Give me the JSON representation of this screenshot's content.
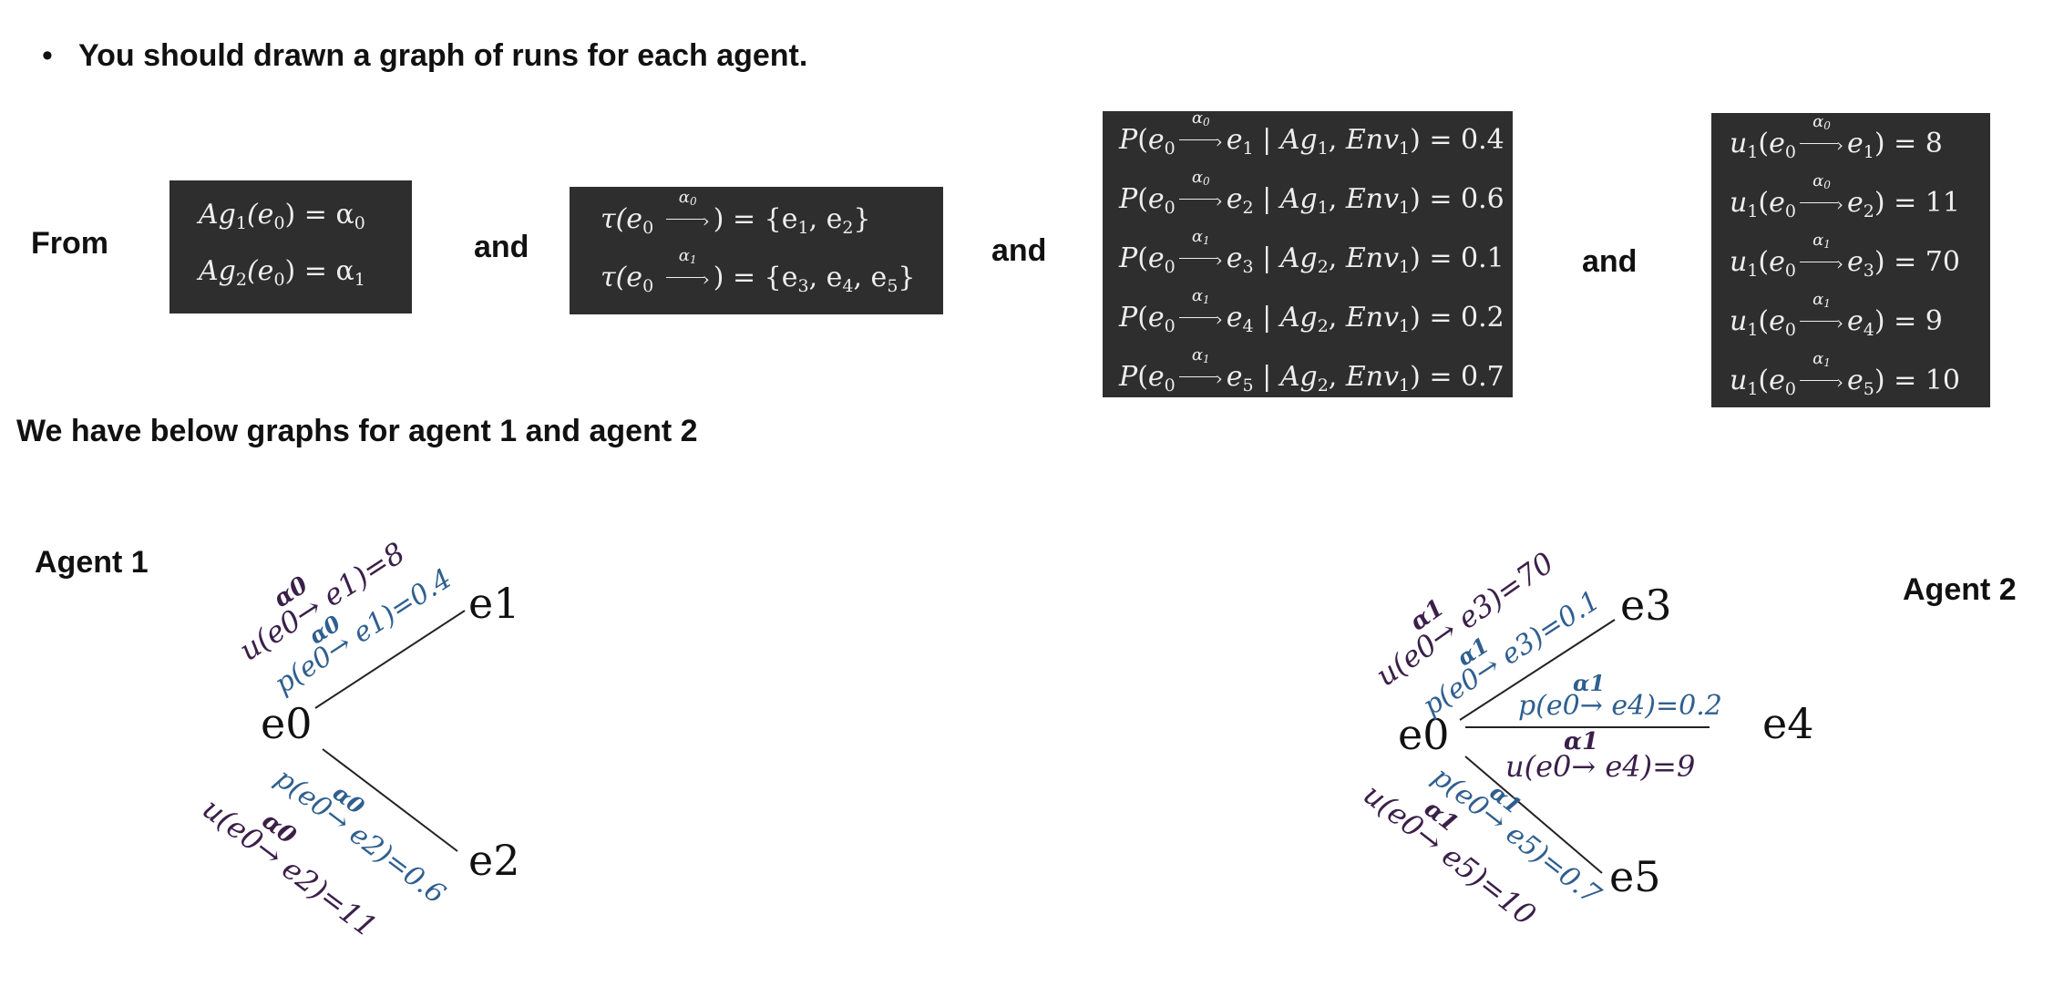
{
  "bullet": {
    "symbol": "•",
    "text": "You should drawn a graph of runs for each agent."
  },
  "labels": {
    "from": "From",
    "and1": "and",
    "and2": "and",
    "and3": "and",
    "we_have": "We have below graphs for agent 1 and agent 2",
    "agent1": "Agent 1",
    "agent2": "Agent 2"
  },
  "box1": {
    "rows": [
      {
        "lhs": "Ag",
        "sub": "1",
        "arg": "(e",
        "argsub": "0",
        "rhs": ") = α",
        "rhssub": "0"
      },
      {
        "lhs": "Ag",
        "sub": "2",
        "arg": "(e",
        "argsub": "0",
        "rhs": ") = α",
        "rhssub": "1"
      }
    ]
  },
  "box2": {
    "rows": [
      {
        "pre": "τ(e",
        "presub": "0",
        "act": "α",
        "actsub": "0",
        "post": ") = {e",
        "items": [
          [
            "1",
            ", e"
          ],
          [
            "2",
            "}"
          ]
        ]
      },
      {
        "pre": "τ(e",
        "presub": "0",
        "act": "α",
        "actsub": "1",
        "post": ") = {e",
        "items": [
          [
            "3",
            ", e"
          ],
          [
            "4",
            ", e"
          ],
          [
            "5",
            "}"
          ]
        ]
      }
    ]
  },
  "box3": {
    "rows": [
      {
        "act": "0",
        "end": "1",
        "agent": "1",
        "env": "1",
        "val": "0.4"
      },
      {
        "act": "0",
        "end": "2",
        "agent": "1",
        "env": "1",
        "val": "0.6"
      },
      {
        "act": "1",
        "end": "3",
        "agent": "2",
        "env": "1",
        "val": "0.1"
      },
      {
        "act": "1",
        "end": "4",
        "agent": "2",
        "env": "1",
        "val": "0.2"
      },
      {
        "act": "1",
        "end": "5",
        "agent": "2",
        "env": "1",
        "val": "0.7"
      }
    ]
  },
  "box4": {
    "rows": [
      {
        "act": "0",
        "end": "1",
        "val": "8"
      },
      {
        "act": "0",
        "end": "2",
        "val": "11"
      },
      {
        "act": "1",
        "end": "3",
        "val": "70"
      },
      {
        "act": "1",
        "end": "4",
        "val": "9"
      },
      {
        "act": "1",
        "end": "5",
        "val": "10"
      }
    ]
  },
  "graph1": {
    "nodes": {
      "root": "e0",
      "top": "e1",
      "bottom": "e2"
    },
    "top_u": "u(e0→ e1)=8",
    "top_u_act": "α0",
    "top_p": "p(e0→ e1)=0.4",
    "top_p_act": "α0",
    "bot_p": "p(e0→ e2)=0.6",
    "bot_p_act": "α0",
    "bot_u": "u(e0→ e2)=11",
    "bot_u_act": "α0"
  },
  "graph2": {
    "nodes": {
      "root": "e0",
      "top": "e3",
      "mid": "e4",
      "bottom": "e5"
    },
    "top_u": "u(e0→ e3)=70",
    "top_u_act": "α1",
    "top_p": "p(e0→ e3)=0.1",
    "top_p_act": "α1",
    "mid_p": "p(e0→ e4)=0.2",
    "mid_p_act": "α1",
    "mid_u": "u(e0→ e4)=9",
    "mid_u_act": "α1",
    "bot_p": "p(e0→ e5)=0.7",
    "bot_p_act": "α1",
    "bot_u": "u(e0→ e5)=10",
    "bot_u_act": "α1"
  },
  "colors": {
    "utility": "#3b1f4a",
    "probability": "#2f5f8f",
    "box_bg": "#2e2e2e",
    "box_text": "#eeeeee"
  }
}
